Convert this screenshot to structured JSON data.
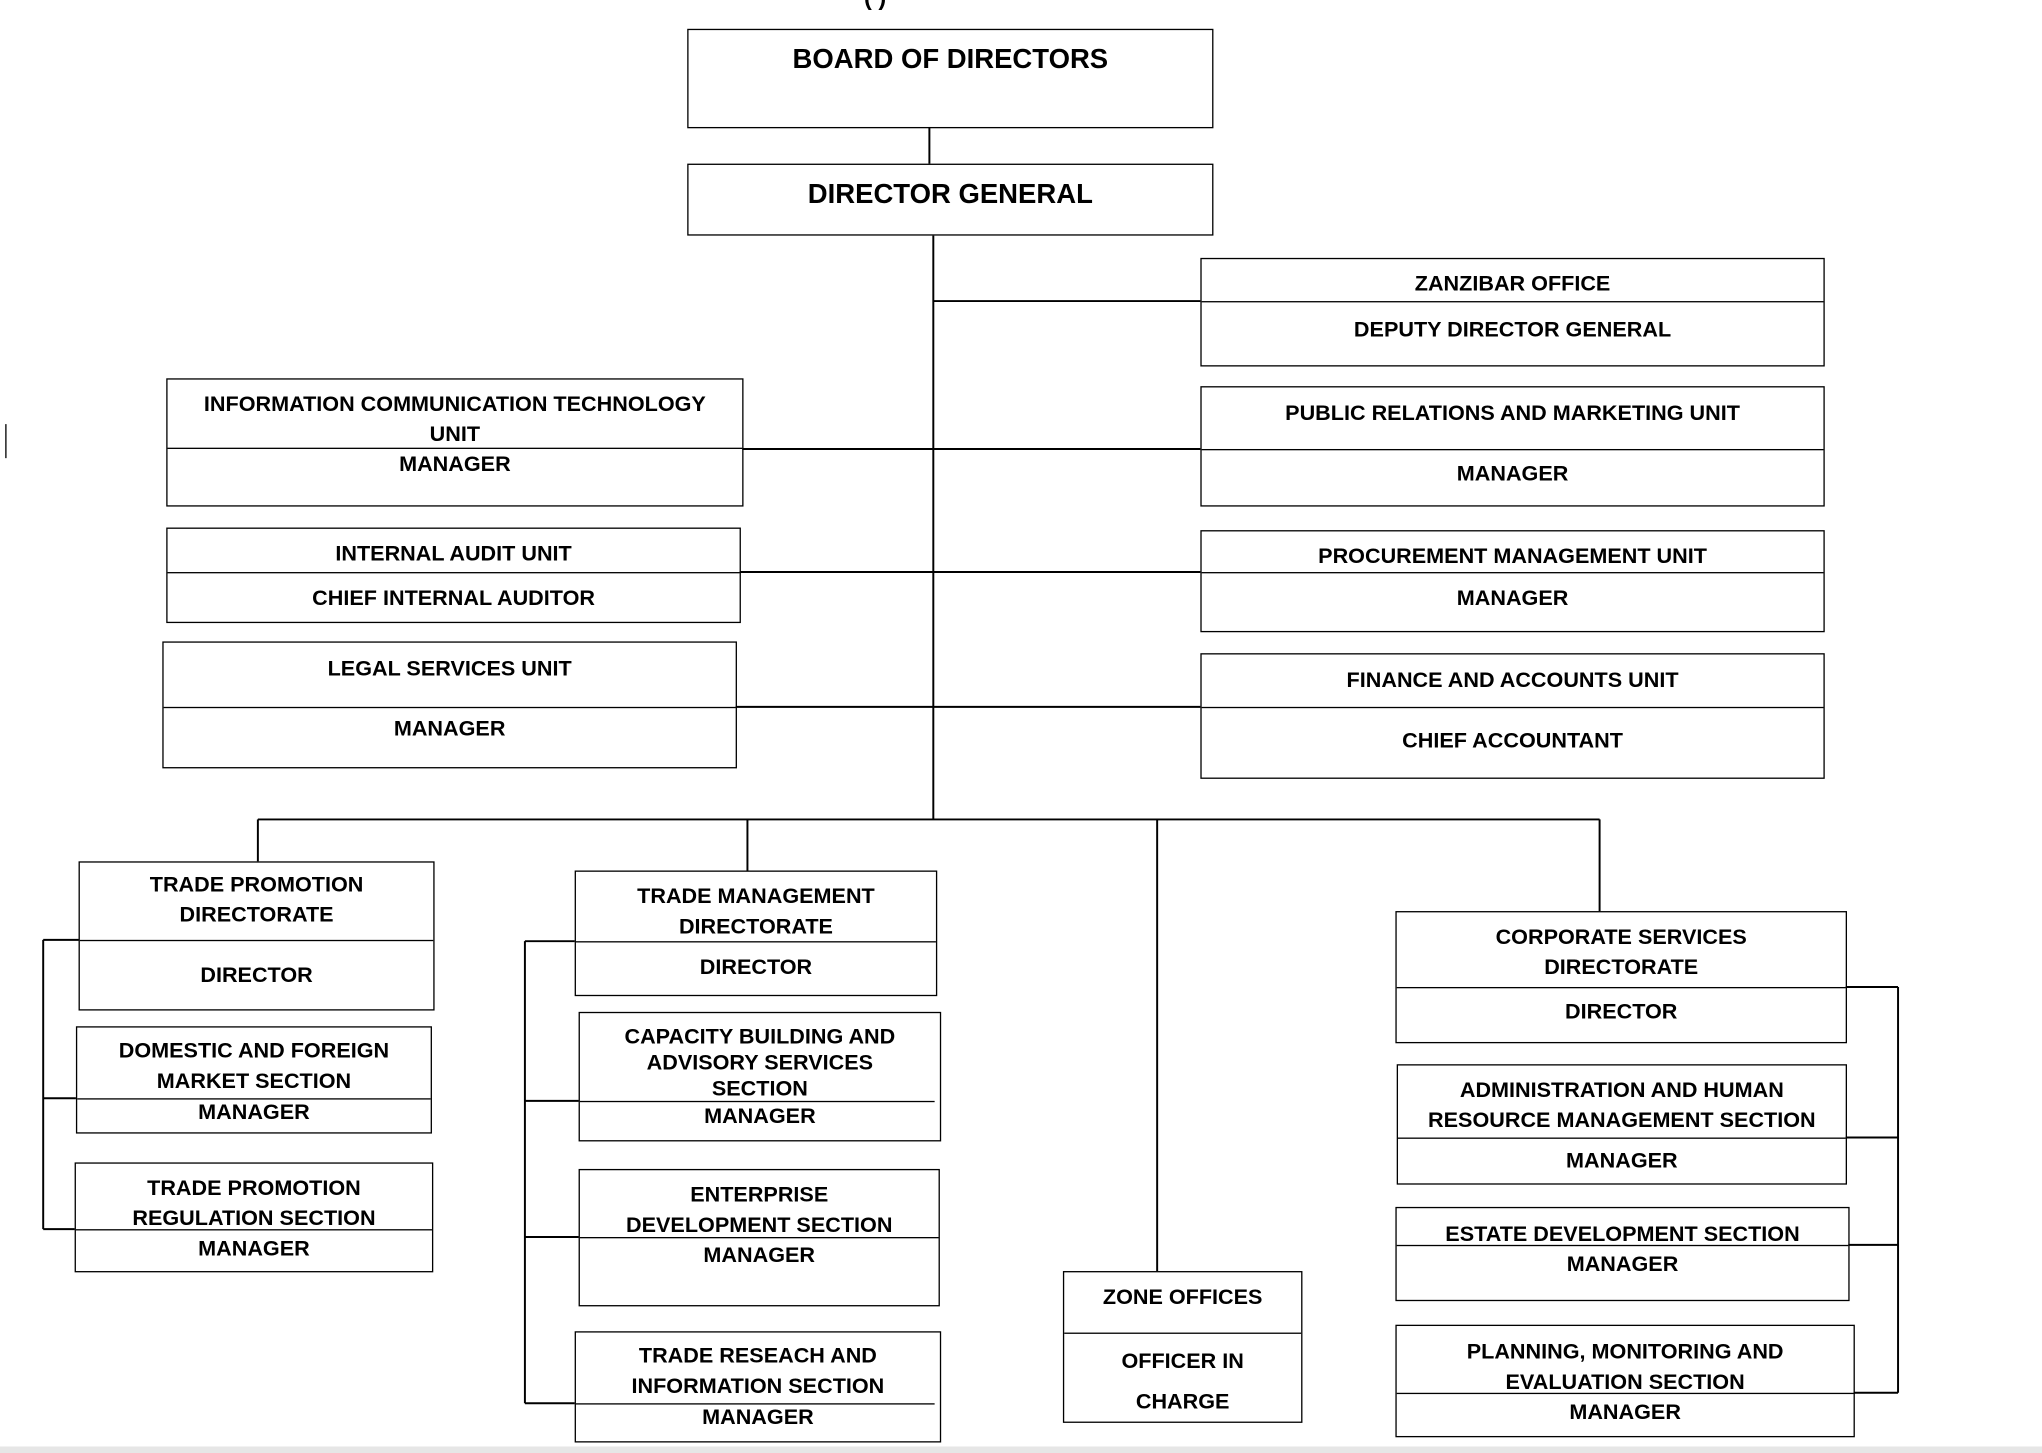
{
  "header_fragment": "(                              )",
  "board": {
    "title": "BOARD OF DIRECTORS"
  },
  "dg": {
    "title": "DIRECTOR GENERAL"
  },
  "zanzibar": {
    "title": "ZANZIBAR OFFICE",
    "role": "DEPUTY DIRECTOR GENERAL"
  },
  "ict": {
    "title": "INFORMATION COMMUNICATION TECHNOLOGY\nUNIT",
    "role": "MANAGER"
  },
  "pr": {
    "title": "PUBLIC RELATIONS AND MARKETING UNIT",
    "role": "MANAGER"
  },
  "audit": {
    "title": "INTERNAL AUDIT UNIT",
    "role": "CHIEF INTERNAL AUDITOR"
  },
  "procurement": {
    "title": "PROCUREMENT MANAGEMENT UNIT",
    "role": "MANAGER"
  },
  "legal": {
    "title": "LEGAL SERVICES UNIT",
    "role": "MANAGER"
  },
  "finance": {
    "title": "FINANCE AND ACCOUNTS UNIT",
    "role": "CHIEF ACCOUNTANT"
  },
  "trade_promotion": {
    "title": "TRADE PROMOTION\nDIRECTORATE",
    "role": "DIRECTOR"
  },
  "domestic_foreign": {
    "title": "DOMESTIC AND FOREIGN\nMARKET SECTION",
    "role": "MANAGER"
  },
  "tp_regulation": {
    "title": "TRADE PROMOTION\nREGULATION SECTION",
    "role": "MANAGER"
  },
  "trade_management": {
    "title": "TRADE MANAGEMENT\nDIRECTORATE",
    "role": "DIRECTOR"
  },
  "capacity": {
    "title": "CAPACITY BUILDING AND\nADVISORY SERVICES\nSECTION",
    "role": "MANAGER"
  },
  "enterprise": {
    "title": "ENTERPRISE\nDEVELOPMENT SECTION",
    "role": "MANAGER"
  },
  "research": {
    "title": "TRADE RESEACH AND\nINFORMATION SECTION",
    "role": "MANAGER"
  },
  "zone": {
    "title": "ZONE OFFICES",
    "role": "OFFICER IN\nCHARGE"
  },
  "corporate": {
    "title": "CORPORATE SERVICES\nDIRECTORATE",
    "role": "DIRECTOR"
  },
  "admin_hr": {
    "title": "ADMINISTRATION   AND HUMAN\nRESOURCE MANAGEMENT SECTION",
    "role": "MANAGER"
  },
  "estate": {
    "title": "ESTATE DEVELOPMENT SECTION",
    "role": "MANAGER"
  },
  "planning": {
    "title": "PLANNING, MONITORING AND\nEVALUATION SECTION",
    "role": "MANAGER"
  }
}
